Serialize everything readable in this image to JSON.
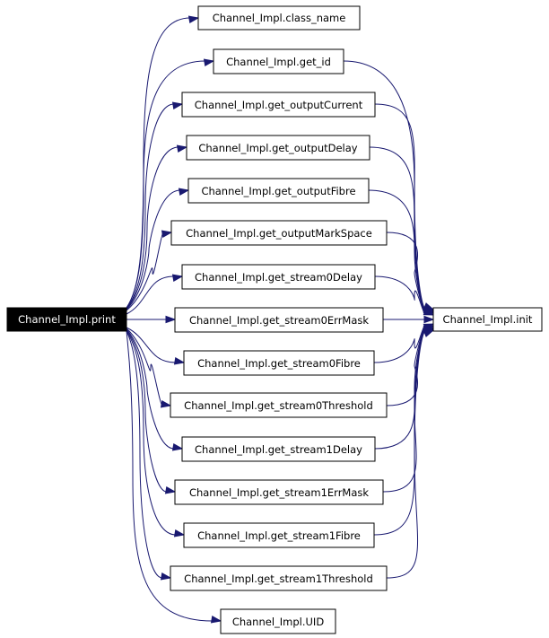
{
  "colors": {
    "edge": "#191970",
    "root_fill": "#000000",
    "root_text": "#ffffff",
    "node_fill": "#ffffff",
    "node_border": "#000000"
  },
  "nodes": {
    "root": "Channel_Impl.print",
    "target": "Channel_Impl.init",
    "callees": [
      "Channel_Impl.class_name",
      "Channel_Impl.get_id",
      "Channel_Impl.get_outputCurrent",
      "Channel_Impl.get_outputDelay",
      "Channel_Impl.get_outputFibre",
      "Channel_Impl.get_outputMarkSpace",
      "Channel_Impl.get_stream0Delay",
      "Channel_Impl.get_stream0ErrMask",
      "Channel_Impl.get_stream0Fibre",
      "Channel_Impl.get_stream0Threshold",
      "Channel_Impl.get_stream1Delay",
      "Channel_Impl.get_stream1ErrMask",
      "Channel_Impl.get_stream1Fibre",
      "Channel_Impl.get_stream1Threshold",
      "Channel_Impl.UID"
    ]
  },
  "edges": {
    "root_calls": [
      "Channel_Impl.class_name",
      "Channel_Impl.get_id",
      "Channel_Impl.get_outputCurrent",
      "Channel_Impl.get_outputDelay",
      "Channel_Impl.get_outputFibre",
      "Channel_Impl.get_outputMarkSpace",
      "Channel_Impl.get_stream0Delay",
      "Channel_Impl.get_stream0ErrMask",
      "Channel_Impl.get_stream0Fibre",
      "Channel_Impl.get_stream0Threshold",
      "Channel_Impl.get_stream1Delay",
      "Channel_Impl.get_stream1ErrMask",
      "Channel_Impl.get_stream1Fibre",
      "Channel_Impl.get_stream1Threshold",
      "Channel_Impl.UID",
      "Channel_Impl.init"
    ],
    "to_init": [
      "Channel_Impl.get_id",
      "Channel_Impl.get_outputCurrent",
      "Channel_Impl.get_outputDelay",
      "Channel_Impl.get_outputFibre",
      "Channel_Impl.get_outputMarkSpace",
      "Channel_Impl.get_stream0Delay",
      "Channel_Impl.get_stream0ErrMask",
      "Channel_Impl.get_stream0Fibre",
      "Channel_Impl.get_stream0Threshold",
      "Channel_Impl.get_stream1Delay",
      "Channel_Impl.get_stream1ErrMask",
      "Channel_Impl.get_stream1Fibre",
      "Channel_Impl.get_stream1Threshold"
    ]
  }
}
